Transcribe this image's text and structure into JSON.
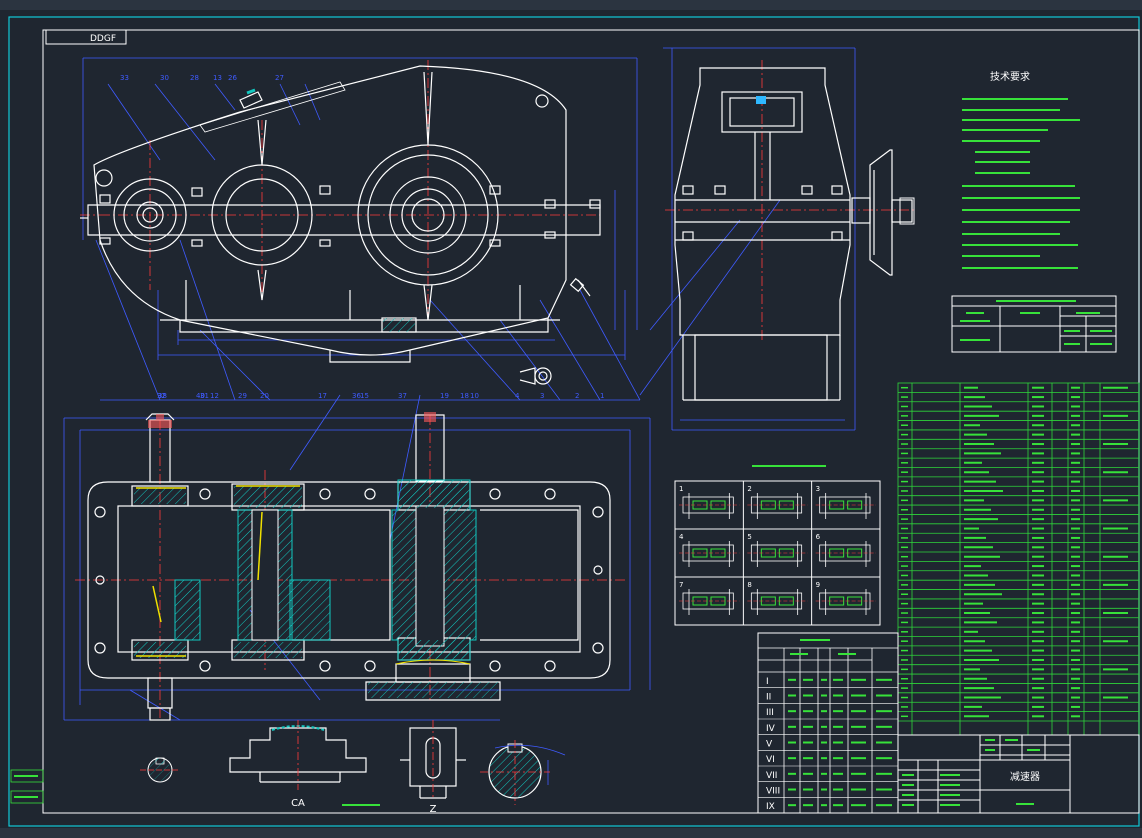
{
  "drawing": {
    "code_box": "DDGF",
    "technical_requirements_title": "技术要求",
    "view_label_ca": "CA",
    "view_label_z": "Z"
  },
  "title_block": {
    "title": "减速器"
  },
  "colors": {
    "background": "#1f2630",
    "outline": "#ffffff",
    "dimension": "#3f5bff",
    "center_line": "#ff3b3b",
    "hatch": "#12c8c0",
    "text_green": "#37e23a",
    "table_line": "#2fd63a",
    "frame": "#12c8d8",
    "yellow": "#f0e000"
  },
  "tables": {
    "roman_numerals": [
      "I",
      "II",
      "III",
      "IV",
      "V",
      "VI",
      "VII",
      "VIII",
      "IX"
    ]
  }
}
